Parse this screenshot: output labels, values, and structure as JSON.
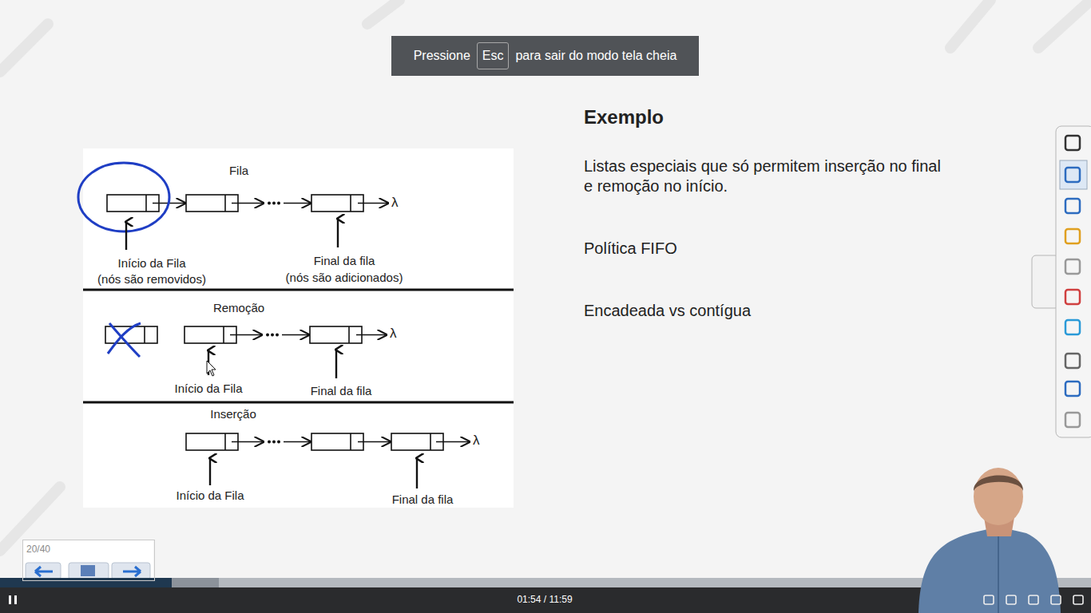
{
  "diagram": {
    "nodes": [
      {
        "text": [
          "Pressione",
          "para sair do modo tela cheia"
        ]
      },
      {
        "text": [
          "Esc"
        ],
        "in": 0
      },
      {
        "text": [
          "20/40"
        ]
      }
    ],
    "labels": [
      "Fila",
      "Início da Fila (nós são removidos)",
      "Final da fila (nós são adicionados)",
      "λ",
      "Remoção",
      "Início da Fila",
      "Final da fila",
      "λ",
      "Inserção",
      "Início da Fila",
      "Final da fila",
      "λ",
      "Exemplo",
      "Listas especiais que só permitem inserção no final e remoção no início.",
      "Política FIFO",
      "Encadeada vs contígua",
      "01:54 / 11:59"
    ]
  }
}
